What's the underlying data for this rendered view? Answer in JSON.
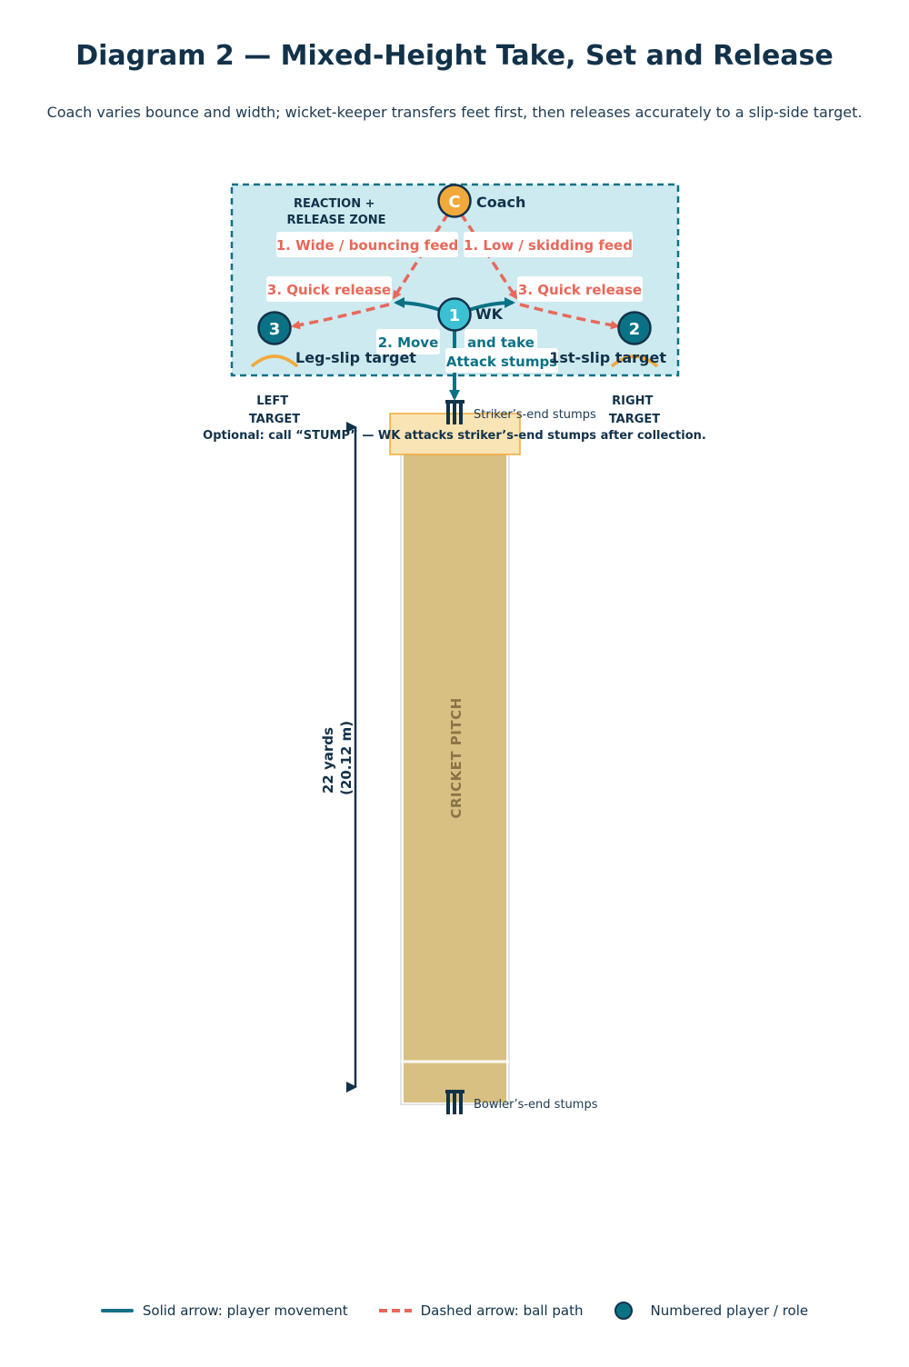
{
  "title": "Diagram 2 — Mixed-Height Take, Set and Release",
  "subtitle": "Coach varies bounce and width; wicket-keeper transfers feet first, then releases accurately to a slip-side target.",
  "zone": {
    "label_line1": "REACTION +",
    "label_line2": "RELEASE ZONE"
  },
  "players": {
    "coach": {
      "marker": "C",
      "label": "Coach"
    },
    "wk": {
      "marker": "1",
      "label": "WK"
    },
    "first_slip": {
      "marker": "2",
      "label": "1st-slip target"
    },
    "leg_slip": {
      "marker": "3",
      "label": "Leg-slip target"
    }
  },
  "feeds": {
    "wide": "1. Wide / bouncing feed",
    "low": "1. Low / skidding feed",
    "release_left": "3. Quick release",
    "release_right": "3. Quick release"
  },
  "movement": {
    "move": "2. Move",
    "take": "and take",
    "attack": "Attack stumps"
  },
  "targets": {
    "left_line1": "LEFT",
    "left_line2": "TARGET",
    "right_line1": "RIGHT",
    "right_line2": "TARGET"
  },
  "stumps": {
    "striker": "Striker’s-end stumps",
    "bowler": "Bowler’s-end stumps"
  },
  "optional_note": "Optional: call “STUMP” — WK attacks striker’s-end stumps after collection.",
  "pitch": {
    "label": "CRICKET PITCH",
    "length_line1": "22 yards",
    "length_line2": "(20.12 m)"
  },
  "legend": {
    "solid": "Solid arrow: player movement",
    "dashed": "Dashed arrow: ball path",
    "player": "Numbered player / role"
  },
  "colors": {
    "navy": "#12324a",
    "teal": "#0b7285",
    "cyan": "#3bc1d3",
    "coral": "#e8685a",
    "gold": "#f2a93b",
    "zone_fill": "#cdeaf0",
    "pitch": "#d8bf82"
  }
}
